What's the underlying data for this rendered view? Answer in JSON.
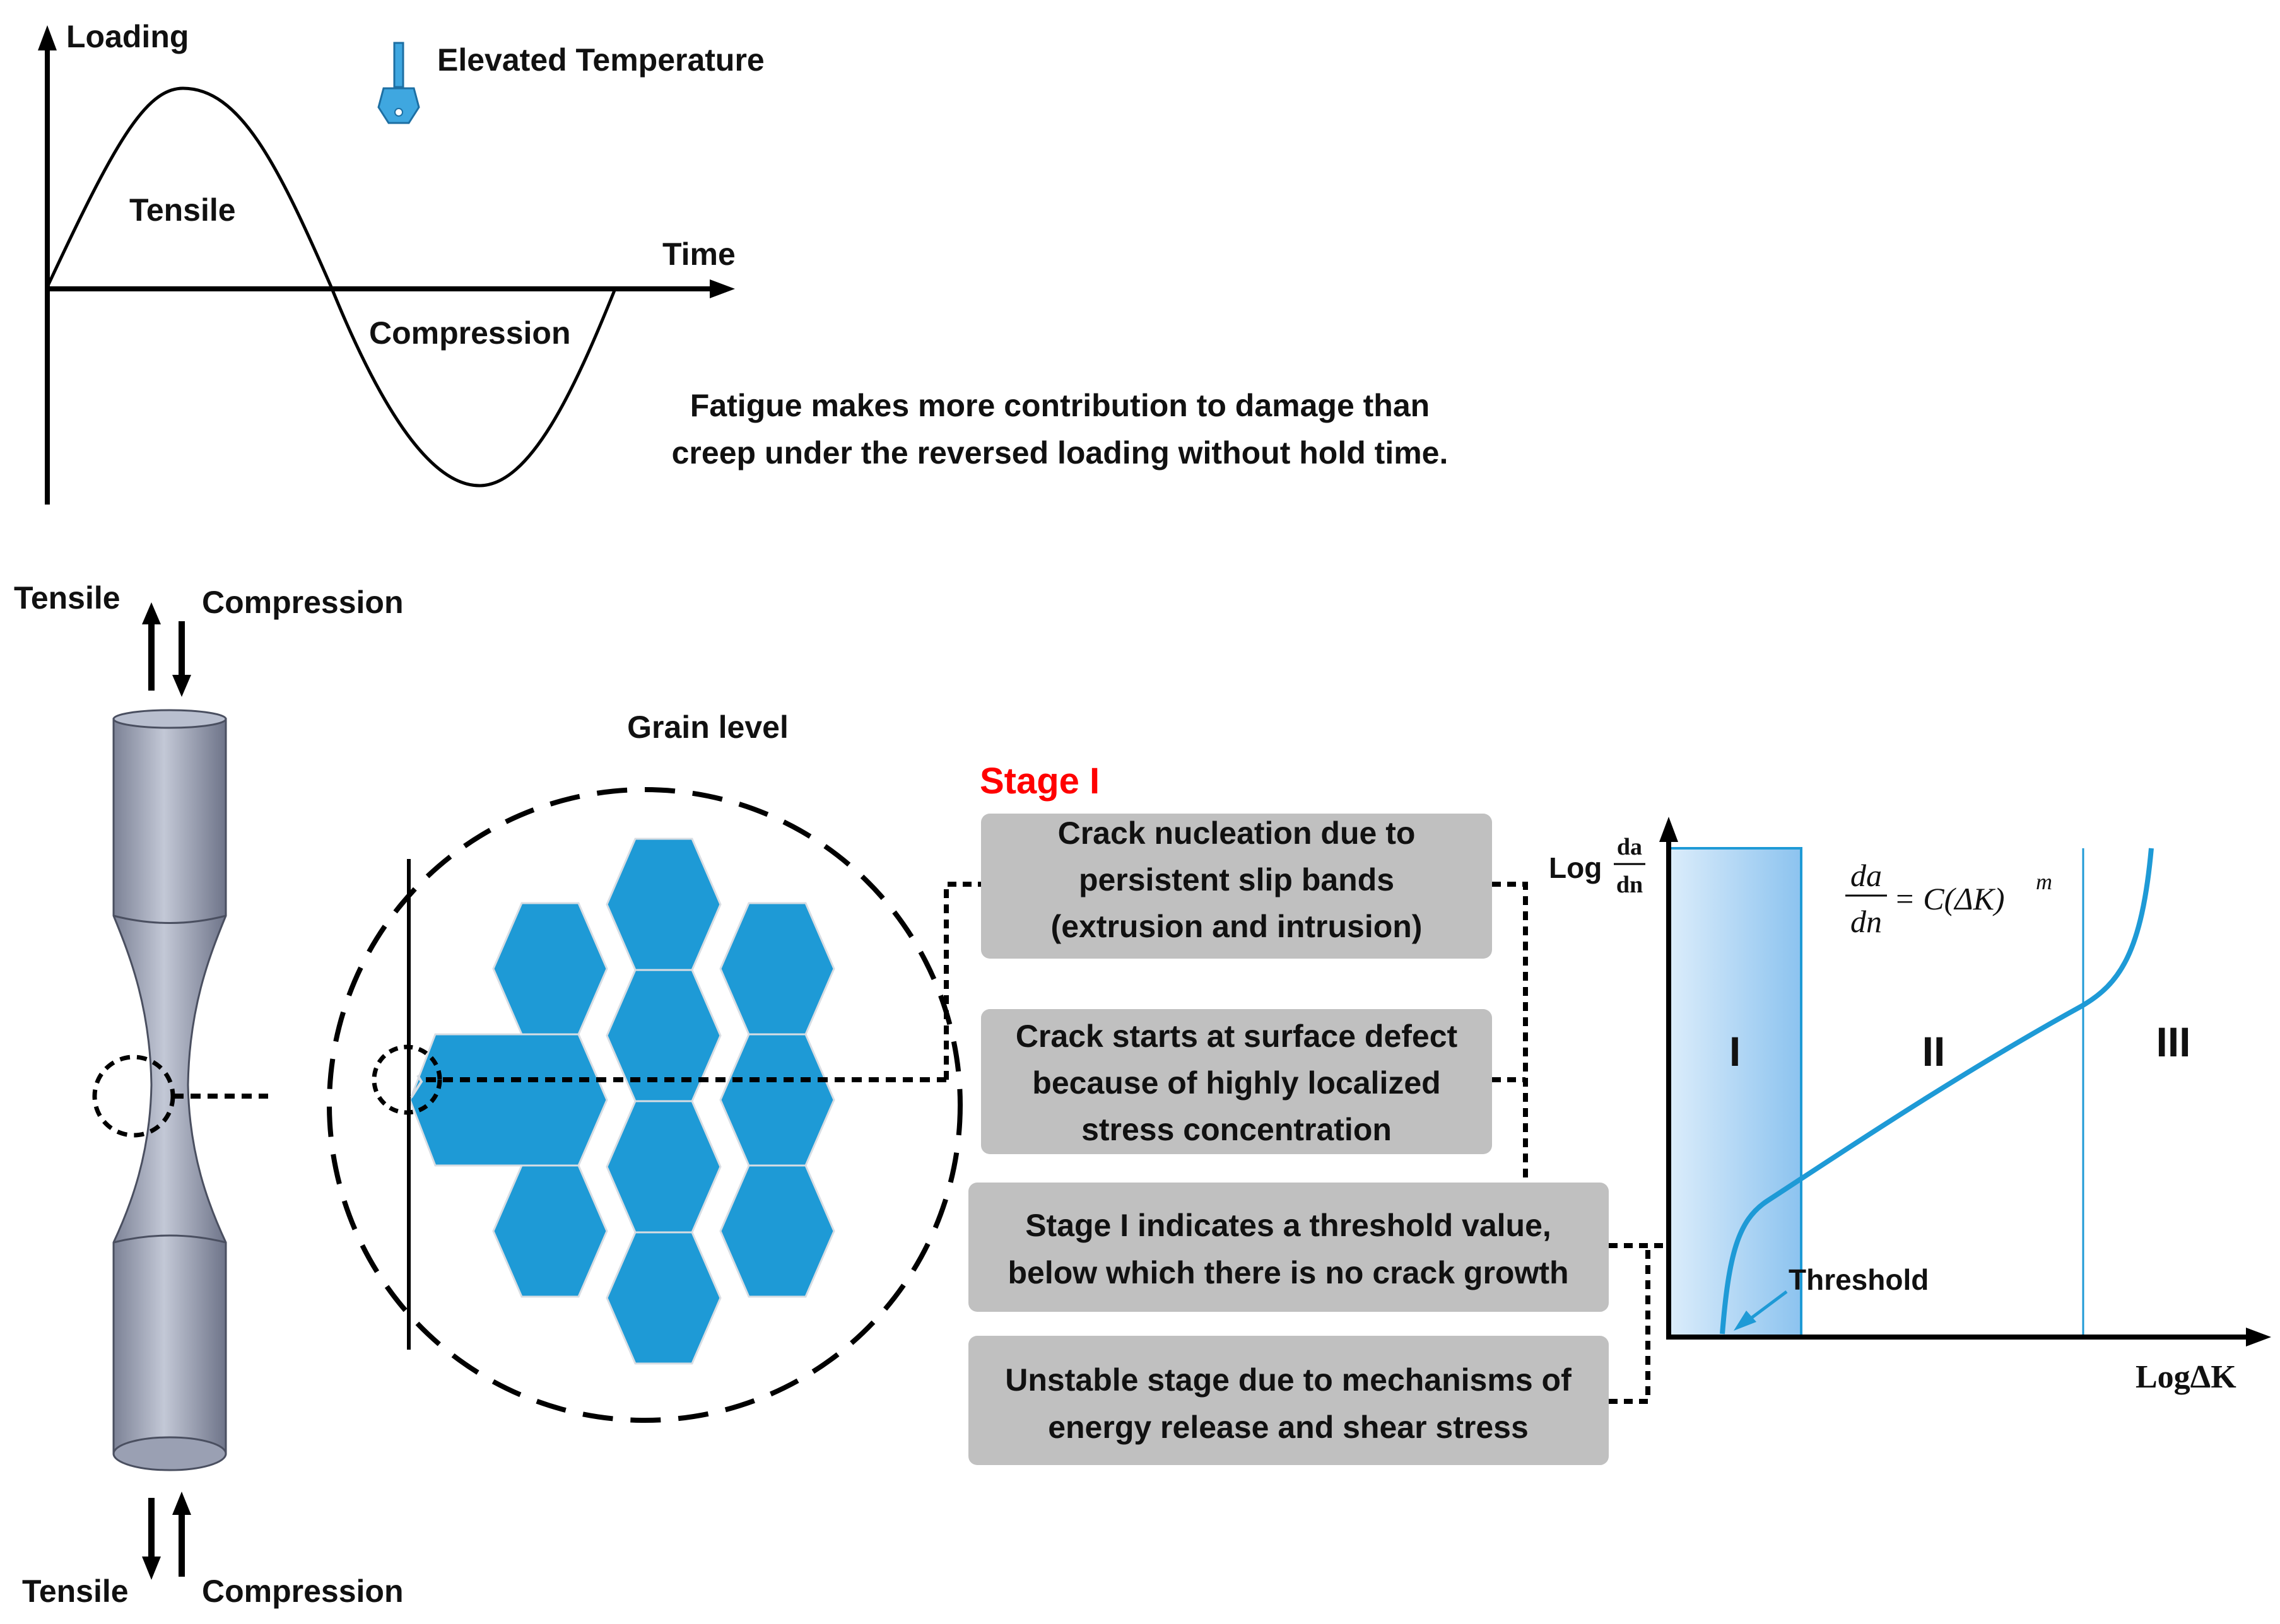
{
  "loading_chart": {
    "y_axis_label": "Loading",
    "x_axis_label": "Time",
    "tensile_label": "Tensile",
    "compression_label": "Compression",
    "elevated_temperature_label": "Elevated Temperature",
    "note_line1": "Fatigue makes more contribution to damage than",
    "note_line2": "creep under the reversed loading without hold time."
  },
  "specimen": {
    "top_tensile": "Tensile",
    "top_compression": "Compression",
    "bottom_tensile": "Tensile",
    "bottom_compression": "Compression",
    "specimen_color": "#8c93a8"
  },
  "grain": {
    "title": "Grain level",
    "grain_color": "#1e9ad6"
  },
  "stages": {
    "stage_title": "Stage I",
    "box1": [
      "Crack nucleation due to",
      "persistent slip bands",
      "(extrusion and intrusion)"
    ],
    "box2": [
      "Crack starts at surface defect",
      "because of highly localized",
      "stress concentration"
    ],
    "box3": [
      "Stage I indicates a threshold value,",
      "below which there is no crack growth"
    ],
    "box4": [
      "Unstable stage due to mechanisms of",
      "energy release and shear stress"
    ],
    "box_color": "#c0c0c0"
  },
  "crack_chart": {
    "y_label_prefix": "Log",
    "y_label_num": "da",
    "y_label_den": "dn",
    "x_label": "LogΔK",
    "region_1": "I",
    "region_2": "II",
    "region_3": "III",
    "threshold_label": "Threshold",
    "eq_num": "da",
    "eq_den": "dn",
    "eq_rhs": "= C(ΔK)",
    "eq_exp": "m",
    "curve_color": "#1e9ad6"
  }
}
